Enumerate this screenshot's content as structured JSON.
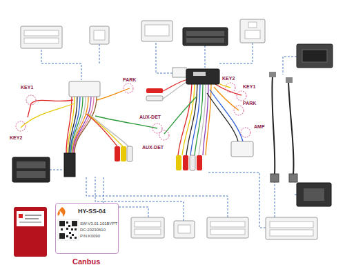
{
  "diagram": {
    "nodes": [
      {
        "text": [
          "HY-SS-04",
          "SW:V3.01.101BYPT",
          "DC:20230610",
          "P/N:K0090",
          "Canbus"
        ]
      }
    ],
    "labels": [
      "KEY1",
      "KEY2",
      "PARK",
      "AUX-DET",
      "AUX-DET",
      "KEY2",
      "KEY1",
      "PARK",
      "AMP"
    ]
  }
}
